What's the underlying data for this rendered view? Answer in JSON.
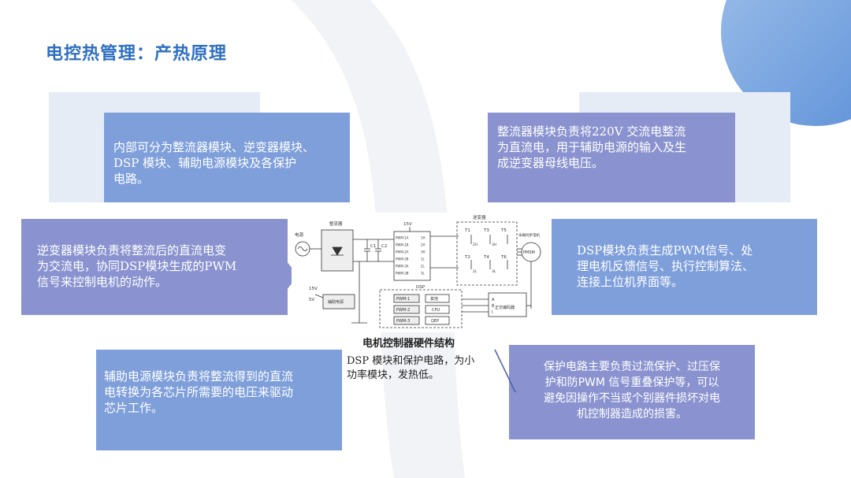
{
  "title": "电控热管理：产热原理",
  "boxes": {
    "top_left": "内部可分为整流器模块、逆变器模块、\nDSP 模块、辅助电源模块及各保护\n电路。",
    "top_right": "整流器模块负责将220V 交流电整流\n为直流电，用于辅助电源的输入及生\n成逆变器母线电压。",
    "mid_left": "逆变器模块负责将整流后的直流电变\n为交流电，协同DSP模块生成的PWM\n信号来控制电机的动作。",
    "mid_right": "DSP模块负责生成PWM信号、处\n理电机反馈信号、执行控制算法、\n连接上位机界面等。",
    "bottom_left": "辅助电源模块负责将整流得到的直流\n电转换为各芯片所需要的电压来驱动\n芯片工作。",
    "bottom_right": "保护电路主要负责过流保护、过压保\n护和防PWM 信号重叠保护等，可以\n避免因操作不当或个别器件损坏对电\n机控制器造成的损害。"
  },
  "diagram": {
    "caption": "电机控制器硬件结构",
    "labels": {
      "rectifier": "整流器",
      "power": "电源",
      "inverter": "逆变器",
      "motor_name": "永磁同步电机",
      "motor": "PMSM",
      "aux_power": "辅助电源",
      "v15": "15V",
      "v15b": "15V",
      "v5": "5V",
      "dsp": "DSP",
      "c1": "C1",
      "c2": "C2",
      "pwm1": "PWM-1",
      "pwm2": "PWM-2",
      "pwm3": "PWM-3",
      "other": "其他",
      "cpu": "CPU",
      "qep": "QEP",
      "encoder": "正交编码器",
      "t1": "T1",
      "t3": "T3",
      "t5": "T5",
      "t2": "T2",
      "t4": "T4",
      "t6": "T6",
      "h2": "2H",
      "h3": "3H",
      "l2": "2L",
      "l3": "3L",
      "pin_a": "A",
      "pin_b": "B",
      "pin_i": "I"
    },
    "pwm_lines": [
      "PWM-1A",
      "PWM-1B",
      "PWM-2A",
      "PWM-2B",
      "PWM-3A",
      "PWM-3B"
    ],
    "gate_labels": [
      "1H",
      "2H",
      "3H",
      "1L",
      "2L",
      "3L"
    ]
  },
  "note": "DSP 模块和保护电路，为小\n功率模块，发热低。"
}
